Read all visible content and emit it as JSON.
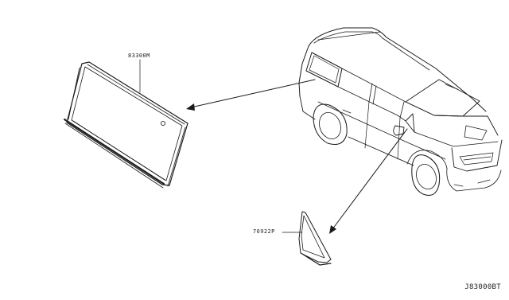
{
  "callouts": {
    "rear_side_glass": "83300M",
    "front_corner_glass": "76922P"
  },
  "diagram_id": "J83000BT"
}
